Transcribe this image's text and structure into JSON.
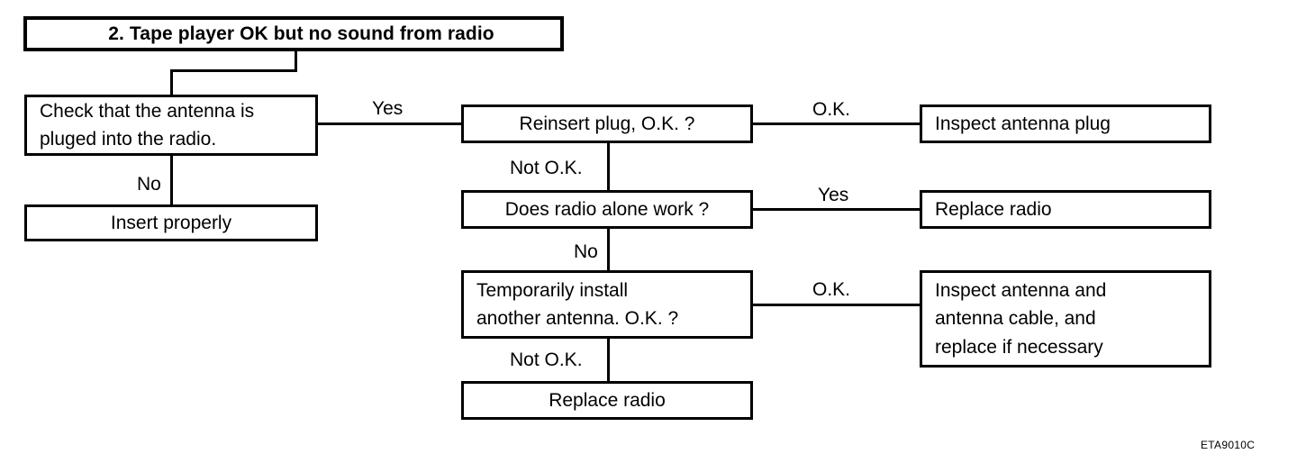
{
  "diagram": {
    "title": "2. Tape player OK but no sound from radio",
    "footer_code": "ETA9010C",
    "nodes": {
      "check_antenna": "Check that the antenna is\npluged into the radio.",
      "check_antenna_l1": "Check that the antenna is",
      "check_antenna_l2": "pluged into the radio.",
      "insert_properly": "Insert properly",
      "reinsert_plug": "Reinsert plug, O.K. ?",
      "inspect_antenna_plug": "Inspect antenna plug",
      "does_radio_alone_work": "Does radio alone work ?",
      "replace_radio_upper": "Replace radio",
      "temporarily_install_l1": "Temporarily install",
      "temporarily_install_l2": "another antenna. O.K. ?",
      "inspect_cable_l1": "Inspect antenna and",
      "inspect_cable_l2": "antenna cable, and",
      "inspect_cable_l3": "replace if necessary",
      "replace_radio_lower": "Replace radio"
    },
    "edge_labels": {
      "check_to_reinsert": "Yes",
      "check_to_insert": "No",
      "reinsert_to_inspect": "O.K.",
      "reinsert_to_does_radio": "Not O.K.",
      "does_radio_to_replace": "Yes",
      "does_radio_to_temporarily": "No",
      "temporarily_to_inspect_cable": "O.K.",
      "temporarily_to_replace": "Not O.K."
    },
    "colors": {
      "ink": "#000000",
      "paper": "#ffffff"
    }
  }
}
